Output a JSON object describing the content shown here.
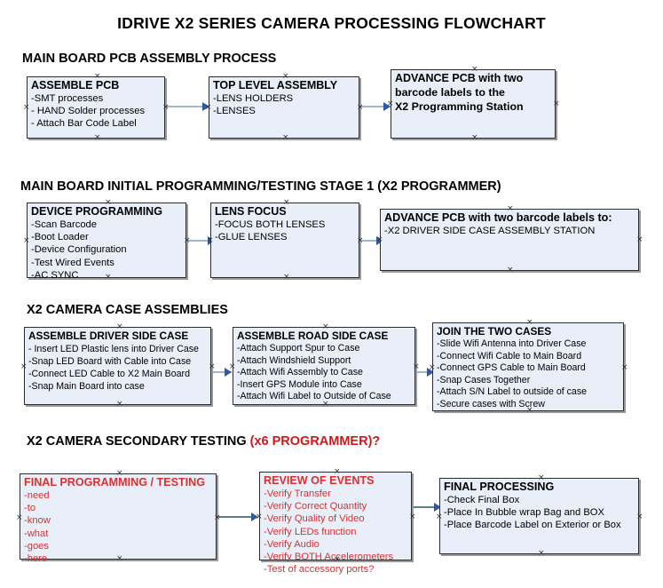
{
  "title": "IDRIVE X2  SERIES CAMERA PROCESSING FLOWCHART",
  "sections": [
    {
      "id": "s1",
      "heading": "MAIN BOARD PCB ASSEMBLY PROCESS",
      "heading_red": ""
    },
    {
      "id": "s2",
      "heading": "MAIN BOARD INITIAL PROGRAMMING/TESTING STAGE 1 (X2 PROGRAMMER)",
      "heading_red": ""
    },
    {
      "id": "s3",
      "heading": "X2 CAMERA CASE ASSEMBLIES",
      "heading_red": ""
    },
    {
      "id": "s4",
      "heading": "X2 CAMERA SECONDARY TESTING ",
      "heading_red": "(x6 PROGRAMMER)?"
    }
  ],
  "boxes": {
    "assemble_pcb": {
      "header": "ASSEMBLE PCB",
      "lines": [
        "-SMT processes",
        "- HAND Solder processes",
        "- Attach Bar Code Label"
      ]
    },
    "top_level_assembly": {
      "header": "TOP LEVEL ASSEMBLY",
      "lines": [
        "-LENS HOLDERS",
        "-LENSES"
      ]
    },
    "advance_pcb_1": {
      "header": "ADVANCE PCB with two",
      "lines": [
        "barcode labels to the",
        " X2 Programming Station"
      ]
    },
    "device_programming": {
      "header": "DEVICE PROGRAMMING",
      "lines": [
        "-Scan Barcode",
        "-Boot Loader",
        "-Device Configuration",
        "-Test Wired Events",
        "-AC SYNC"
      ]
    },
    "lens_focus": {
      "header": "LENS FOCUS",
      "lines": [
        "-FOCUS BOTH LENSES",
        "-GLUE LENSES"
      ]
    },
    "advance_pcb_2": {
      "header": "ADVANCE PCB with two barcode labels to:",
      "lines": [
        "-X2 DRIVER  SIDE  CASE  ASSEMBLY STATION"
      ]
    },
    "assemble_driver_side_case": {
      "header": "ASSEMBLE DRIVER SIDE CASE",
      "lines": [
        "- Insert LED Plastic lens into Driver Case",
        "-Snap LED Board with Cable into Case",
        "-Connect LED Cable to X2 Main Board",
        "-Snap Main Board into case"
      ]
    },
    "assemble_road_side_case": {
      "header": "ASSEMBLE ROAD SIDE CASE",
      "lines": [
        "-Attach Support Spur to Case",
        "-Attach Windshield Support",
        "-Attach Wifi Assembly to Case",
        "-Insert GPS Module into Case",
        "-Attach Wifi Label to Outside of Case"
      ]
    },
    "join_the_two_cases": {
      "header": "JOIN THE TWO CASES",
      "lines": [
        "-Slide Wifi Antenna into Driver Case",
        "-Connect Wifi Cable to Main Board",
        "-Connect GPS Cable to Main Board",
        "-Snap Cases Together",
        "-Attach S/N Label to outside of case",
        "-Secure cases with Screw"
      ]
    },
    "final_programming_testing": {
      "header": "FINAL PROGRAMMING / TESTING",
      "lines": [
        "-need",
        "-to",
        "-know",
        "-what",
        "-goes",
        "-here"
      ]
    },
    "review_of_events": {
      "header": "REVIEW OF EVENTS",
      "lines": [
        "-Verify Transfer",
        "-Verify Correct Quantity",
        "-Verify Quality of Video",
        "-Verify LEDs function",
        "-Verify Audio",
        "-Verify BOTH Accelerometers",
        "-Test of accessory ports?"
      ]
    },
    "final_processing": {
      "header": "FINAL PROCESSING",
      "lines": [
        " -Check Final Box",
        "-Place In Bubble wrap Bag and BOX",
        "-Place Barcode Label on Exterior or Box"
      ]
    }
  },
  "colors": {
    "box_fill": "#e9eff8",
    "box_border": "#2c2c2c",
    "red_text": "#d93030",
    "connector_light": "#9fb6cd",
    "connector_dark": "#5d7f87",
    "arrow_head": "#2f57a6"
  }
}
